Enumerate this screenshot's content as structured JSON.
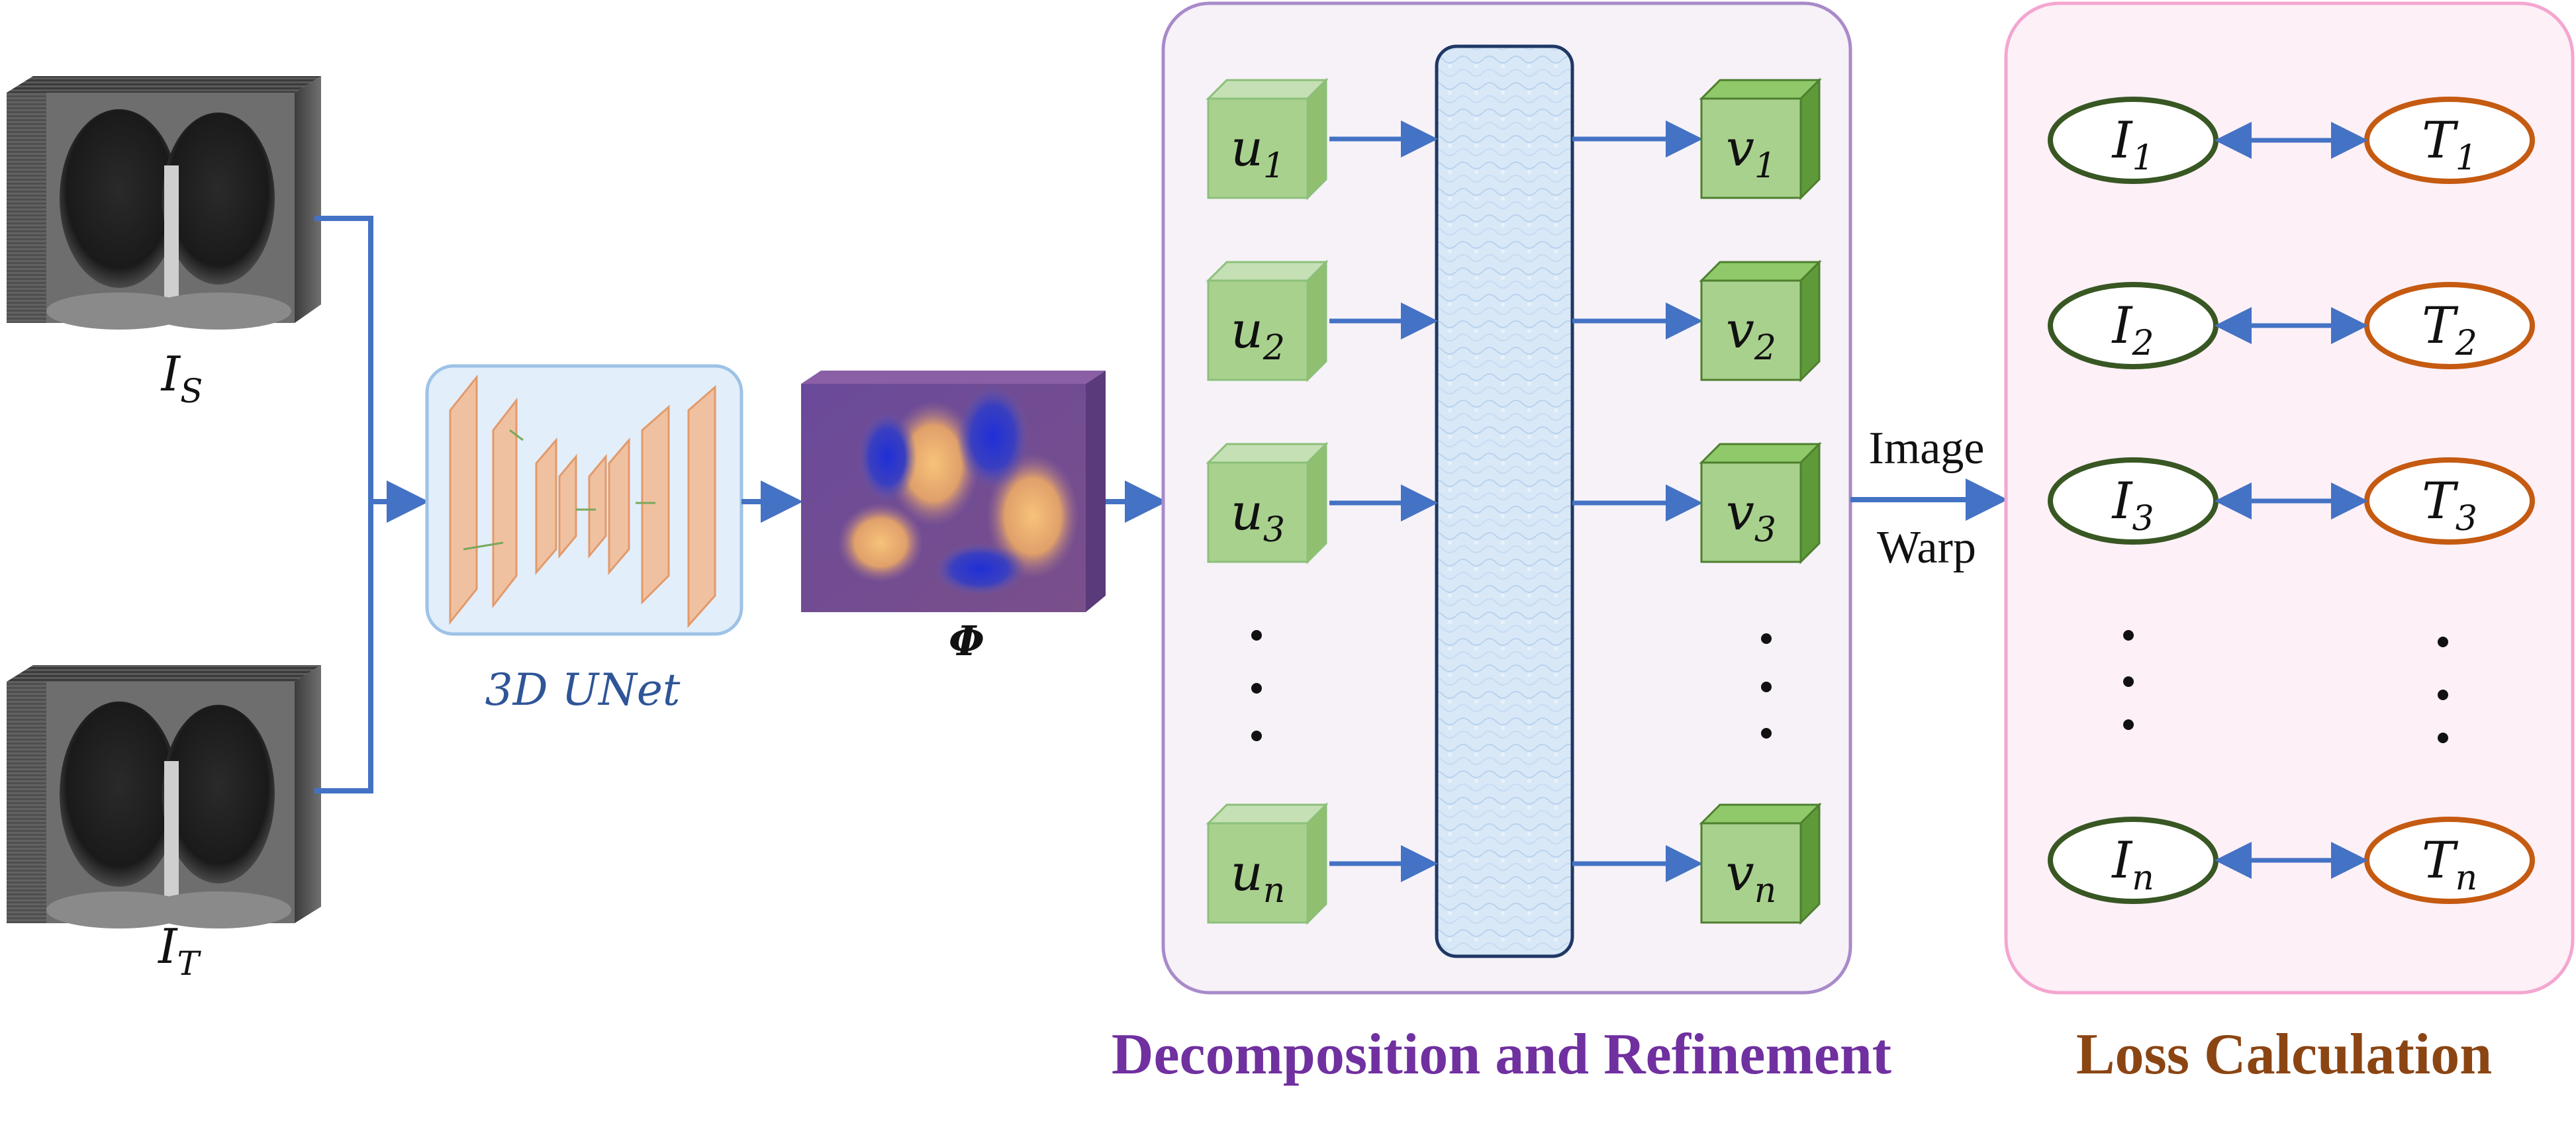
{
  "inputs": {
    "source_label": "I",
    "source_sub": "S",
    "target_label": "I",
    "target_sub": "T"
  },
  "unet": {
    "label": "3D UNet"
  },
  "field": {
    "label": "Φ"
  },
  "decomposition": {
    "title": "Decomposition and Refinement",
    "inputs": [
      {
        "base": "u",
        "sub": "1"
      },
      {
        "base": "u",
        "sub": "2"
      },
      {
        "base": "u",
        "sub": "3"
      },
      {
        "base": "u",
        "sub": "n"
      }
    ],
    "outputs": [
      {
        "base": "v",
        "sub": "1"
      },
      {
        "base": "v",
        "sub": "2"
      },
      {
        "base": "v",
        "sub": "3"
      },
      {
        "base": "v",
        "sub": "n"
      }
    ]
  },
  "warp": {
    "line1": "Image",
    "line2": "Warp"
  },
  "loss": {
    "title": "Loss Calculation",
    "rows": [
      {
        "left_base": "I",
        "left_sub": "1",
        "right_base": "T",
        "right_sub": "1"
      },
      {
        "left_base": "I",
        "left_sub": "2",
        "right_base": "T",
        "right_sub": "2"
      },
      {
        "left_base": "I",
        "left_sub": "3",
        "right_base": "T",
        "right_sub": "3"
      },
      {
        "left_base": "I",
        "left_sub": "n",
        "right_base": "T",
        "right_sub": "n"
      }
    ]
  },
  "colors": {
    "arrow": "#4472C4",
    "decomp_title": "#7030A0",
    "loss_title": "#8B4513",
    "unet_label": "#2F5597",
    "ellipse_left": "#385723",
    "ellipse_right": "#C55A11",
    "cube_light": "#A9D18E",
    "cube_dark": "#70AD47"
  }
}
